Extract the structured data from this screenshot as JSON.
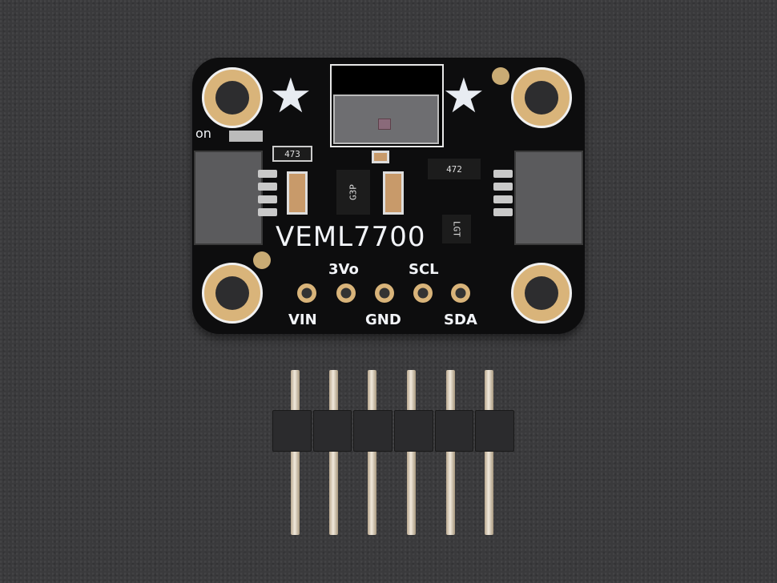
{
  "photo": {
    "subject": "VEML7700 lux sensor breakout board with 6-pin male header",
    "background_color": "#3a3a3c",
    "pcb_color": "#0d0d0e",
    "gold_color": "#d9b47a"
  },
  "board": {
    "title": "VEML7700",
    "led_label": "on",
    "component_markings": {
      "resistor_left": "473",
      "resistor_array": "472",
      "regulator": "G3P",
      "level_shifter": "LGT"
    },
    "pins_top": [
      "3Vo",
      "SCL"
    ],
    "pins_bottom": [
      "VIN",
      "GND",
      "SDA"
    ]
  },
  "header": {
    "pin_count": 6
  }
}
